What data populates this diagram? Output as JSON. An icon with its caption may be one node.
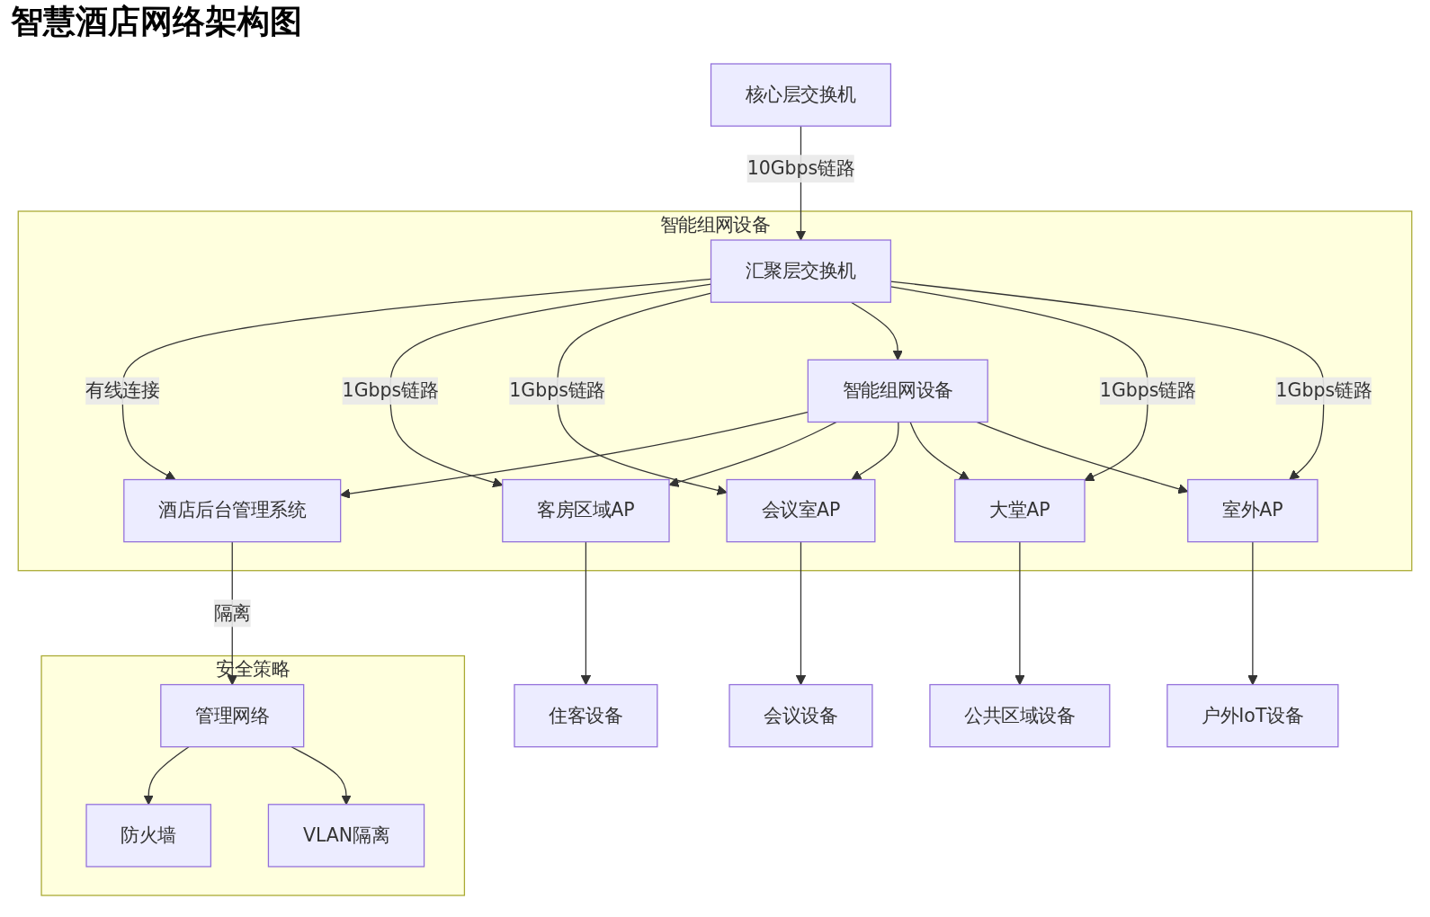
{
  "diagram": {
    "title": "智慧酒店网络架构图",
    "nodes": [
      {
        "text": [
          "核心层交换机"
        ]
      },
      {
        "text": [
          "智能组网设备"
        ]
      },
      {
        "text": [
          "汇聚层交换机"
        ],
        "in": 1
      },
      {
        "text": [
          "智能组网设备"
        ],
        "in": 1
      },
      {
        "text": [
          "酒店后台管理系统"
        ],
        "in": 1
      },
      {
        "text": [
          "客房区域AP"
        ],
        "in": 1
      },
      {
        "text": [
          "会议室AP"
        ],
        "in": 1
      },
      {
        "text": [
          "大堂AP"
        ],
        "in": 1
      },
      {
        "text": [
          "室外AP"
        ],
        "in": 1
      },
      {
        "text": [
          "安全策略"
        ]
      },
      {
        "text": [
          "管理网络"
        ],
        "in": 9
      },
      {
        "text": [
          "防火墙"
        ],
        "in": 9
      },
      {
        "text": [
          "VLAN隔离"
        ],
        "in": 9
      },
      {
        "text": [
          "住客设备"
        ]
      },
      {
        "text": [
          "会议设备"
        ]
      },
      {
        "text": [
          "公共区域设备"
        ]
      },
      {
        "text": [
          "户外IoT设备"
        ]
      }
    ],
    "edges": [
      {
        "from": 0,
        "to": 2,
        "arrow": "to",
        "label": "10Gbps链路"
      },
      {
        "from": 2,
        "to": 4,
        "arrow": "to",
        "label": "有线连接"
      },
      {
        "from": 2,
        "to": 5,
        "arrow": "to",
        "label": "1Gbps链路"
      },
      {
        "from": 2,
        "to": 6,
        "arrow": "to",
        "label": "1Gbps链路"
      },
      {
        "from": 2,
        "to": 3,
        "arrow": "to"
      },
      {
        "from": 2,
        "to": 7,
        "arrow": "to",
        "label": "1Gbps链路"
      },
      {
        "from": 2,
        "to": 8,
        "arrow": "to",
        "label": "1Gbps链路"
      },
      {
        "from": 3,
        "to": 4,
        "arrow": "to"
      },
      {
        "from": 3,
        "to": 5,
        "arrow": "to"
      },
      {
        "from": 3,
        "to": 6,
        "arrow": "to"
      },
      {
        "from": 3,
        "to": 7,
        "arrow": "to"
      },
      {
        "from": 3,
        "to": 8,
        "arrow": "to"
      },
      {
        "from": 4,
        "to": 10,
        "arrow": "to",
        "label": "隔离"
      },
      {
        "from": 10,
        "to": 11,
        "arrow": "to"
      },
      {
        "from": 10,
        "to": 12,
        "arrow": "to"
      },
      {
        "from": 5,
        "to": 13,
        "arrow": "to"
      },
      {
        "from": 6,
        "to": 14,
        "arrow": "to"
      },
      {
        "from": 7,
        "to": 15,
        "arrow": "to"
      },
      {
        "from": 8,
        "to": 16,
        "arrow": "to"
      }
    ]
  }
}
